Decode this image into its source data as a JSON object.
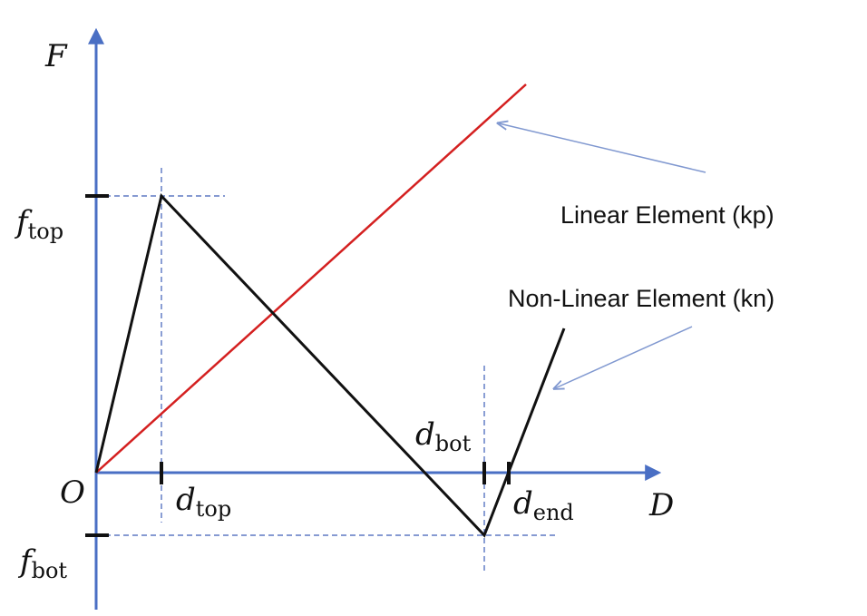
{
  "axes": {
    "y_label": "F",
    "x_label": "D",
    "origin_label": "O",
    "axis_color": "#4a6fc4",
    "guide_color": "#3d5db8"
  },
  "labels": {
    "f_top": {
      "base": "f",
      "sub": "top"
    },
    "f_bot": {
      "base": "f",
      "sub": "bot"
    },
    "d_top": {
      "base": "d",
      "sub": "top"
    },
    "d_bot": {
      "base": "d",
      "sub": "bot"
    },
    "d_end": {
      "base": "d",
      "sub": "end"
    }
  },
  "callouts": {
    "linear": "Linear Element (kp)",
    "nonlinear": "Non-Linear Element (kn)",
    "arrow_color": "#8098d0"
  },
  "curves": {
    "linear_color": "#d42020",
    "nonlinear_color": "#111111"
  }
}
